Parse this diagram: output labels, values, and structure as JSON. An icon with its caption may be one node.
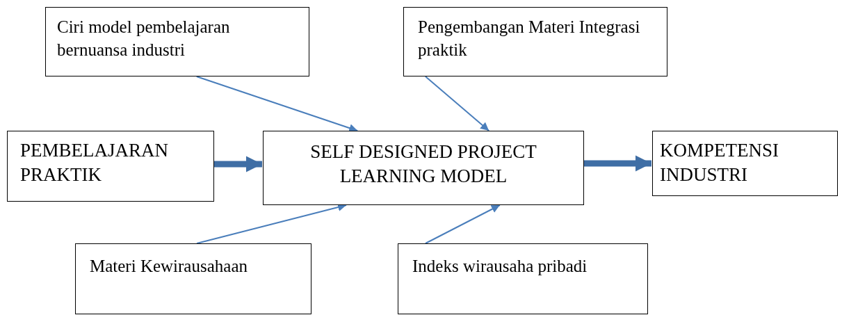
{
  "diagram": {
    "nodes": [
      {
        "text": [
          "Ciri model pembelajaran bernuansa industri"
        ]
      },
      {
        "text": [
          "Pengembangan Materi Integrasi praktik"
        ]
      },
      {
        "text": [
          "PEMBELAJARAN PRAKTIK"
        ]
      },
      {
        "text": [
          "SELF DESIGNED PROJECT LEARNING MODEL"
        ]
      },
      {
        "text": [
          "KOMPETENSI INDUSTRI"
        ]
      },
      {
        "text": [
          "Materi Kewirausahaan"
        ]
      },
      {
        "text": [
          "Indeks wirausaha pribadi"
        ]
      }
    ],
    "edges": [
      {
        "from": 0,
        "to": 3,
        "arrow": "to"
      },
      {
        "from": 1,
        "to": 3,
        "arrow": "to"
      },
      {
        "from": 2,
        "to": 3,
        "arrow": "to",
        "style": "thick"
      },
      {
        "from": 3,
        "to": 4,
        "arrow": "to",
        "style": "thick"
      },
      {
        "from": 5,
        "to": 3,
        "arrow": "to"
      },
      {
        "from": 6,
        "to": 3,
        "arrow": "to"
      }
    ]
  }
}
